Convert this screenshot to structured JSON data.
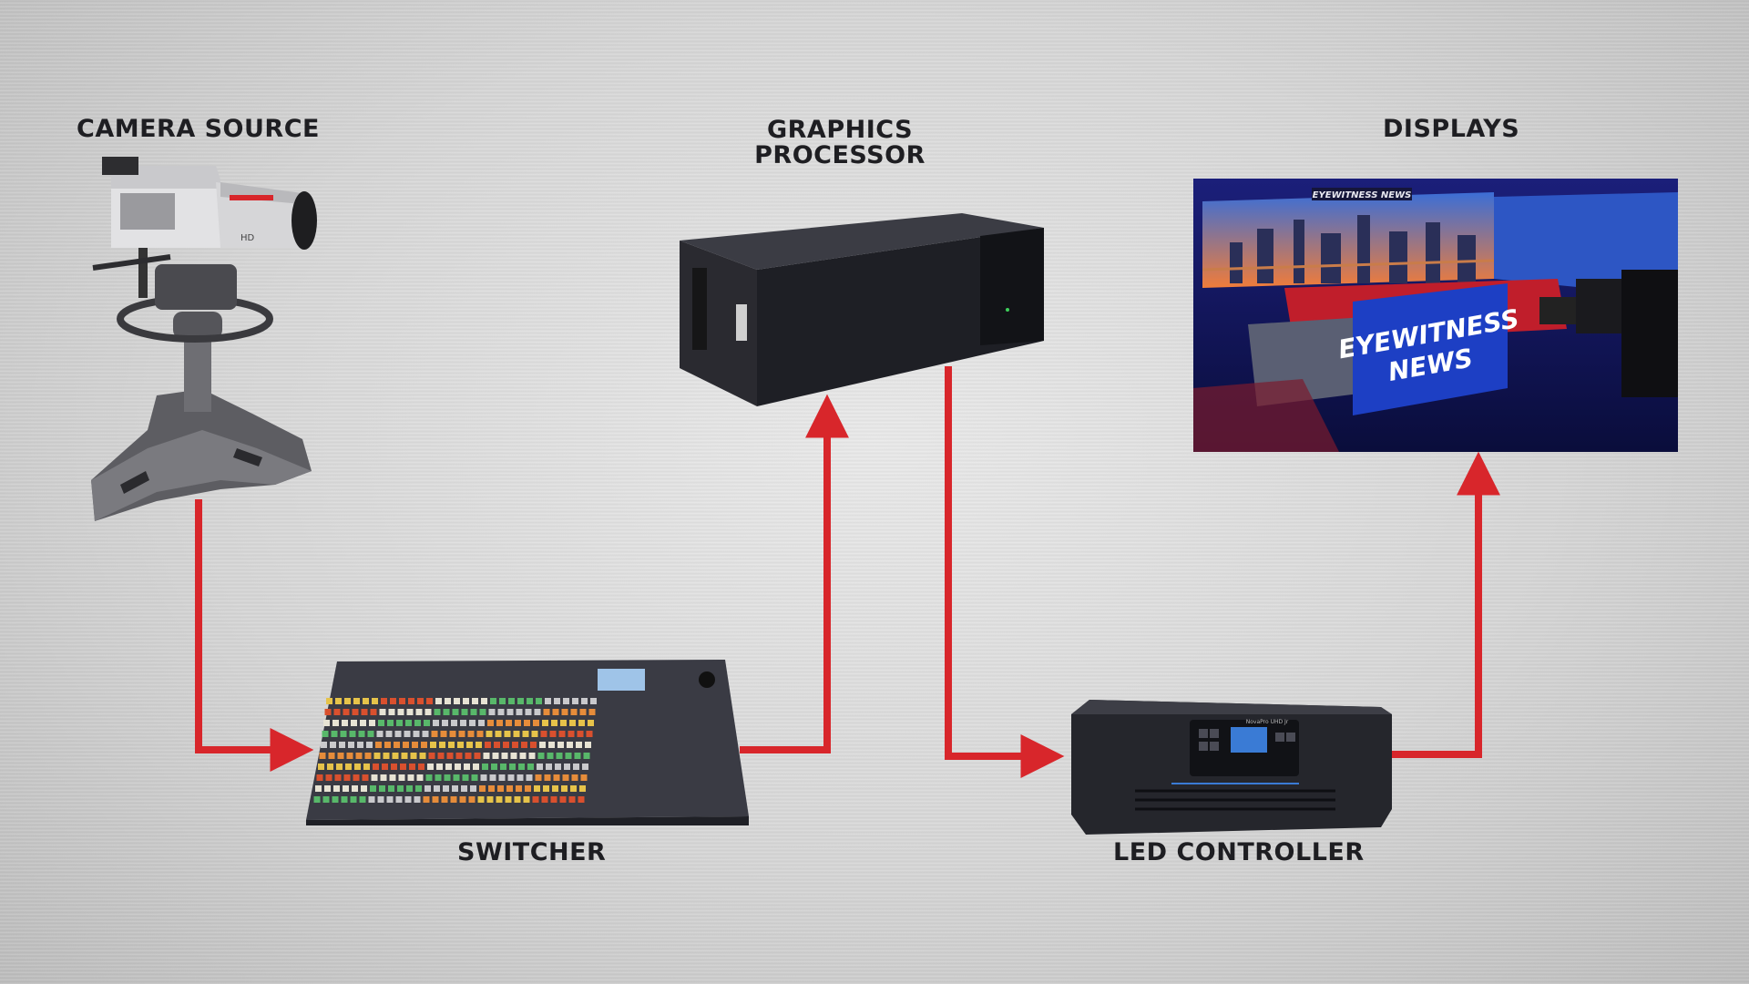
{
  "diagram": {
    "nodes": {
      "camera": {
        "label": "CAMERA SOURCE"
      },
      "graphics": {
        "label_line1": "GRAPHICS",
        "label_line2": "PROCESSOR"
      },
      "displays": {
        "label": "DISPLAYS"
      },
      "switcher": {
        "label": "SWITCHER"
      },
      "led": {
        "label": "LED CONTROLLER"
      }
    },
    "display_screen": {
      "top_banner": "EYEWITNESS NEWS",
      "desk_line1": "EYEWITNESS",
      "desk_line2": "NEWS"
    },
    "led_device_text": "NovaPro UHD Jr"
  },
  "colors": {
    "arrow": "#d8262b",
    "label": "#1e1e22"
  }
}
